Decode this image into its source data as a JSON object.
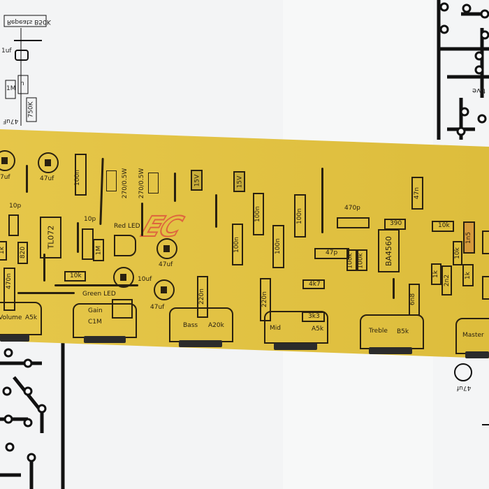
{
  "scene": {
    "board_color": "#e4c33e",
    "silkscreen_color": "#2a2110",
    "logo": "EC"
  },
  "paper": {
    "top_left_title": "Repeats B50K",
    "tl_cap": "1uf",
    "tl_res1": "1M",
    "tl_res2": "n",
    "tl_res3": "750K",
    "tl_cap2": "47uF",
    "tr_text": "tive",
    "br_cap": "47uf"
  },
  "board": {
    "components": {
      "c_47uf_a": "7uf",
      "c_47uf_b": "47uf",
      "c_100n_a": "100n",
      "r_270_a": "270/0.5W",
      "r_270_b": "270/0.5W",
      "d_15v_a": "15V",
      "d_15v_b": "15V",
      "c_10p_a": "10p",
      "ic_tl072": "TL072",
      "r_1k_a": "1k",
      "r_820": "820",
      "c_10p_b": "10p",
      "r_1m": "1M",
      "red_led": "Red LED",
      "c_47uf_c": "47uf",
      "c_100n_b": "100n",
      "r_10k_a": "10k",
      "c_10uf": "10uf",
      "green_led": "Green LED",
      "c_47uf_d": "47uf",
      "c_470n": "470n",
      "c_220n_a": "220n",
      "c_100n_c": "100n",
      "c_100n_d": "100n",
      "c_100n_e": "100n",
      "c_470p": "470p",
      "c_47n": "47n",
      "r_390": "390",
      "ic_ba4560": "BA4560",
      "r_10k_b": "10k",
      "c_47p": "47p",
      "r_100k_a": "100k",
      "r_100k_b": "100k",
      "r_4k7": "4k7",
      "c_220n_b": "220n",
      "r_3k3": "3k3",
      "c_6n8": "6n8",
      "r_1k_b": "1k",
      "c_2n2": "2n2",
      "r_10k_c": "10k",
      "c_1n5": "1n5",
      "r_1k_c": "1k"
    },
    "pots": {
      "volume": {
        "name": "Volume",
        "value": "A5k"
      },
      "gain": {
        "name": "Gain",
        "value": "C1M"
      },
      "bass": {
        "name": "Bass",
        "value": "A20k"
      },
      "mid": {
        "name": "Mid",
        "value": "A5k"
      },
      "treble": {
        "name": "Treble",
        "value": "B5k"
      },
      "master": {
        "name": "Master",
        "value": ""
      }
    }
  }
}
